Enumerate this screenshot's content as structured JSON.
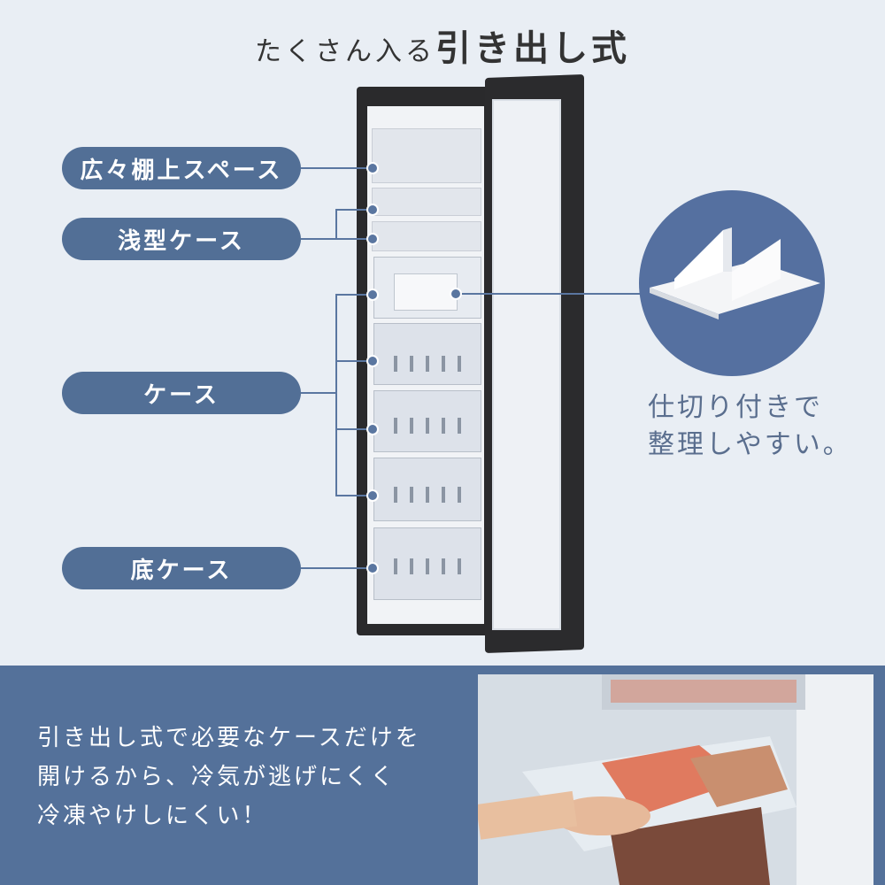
{
  "title": {
    "prefix": "たくさん入る",
    "emphasis": "引き出し式"
  },
  "labels": {
    "top_shelf": "広々棚上スペース",
    "shallow_case": "浅型ケース",
    "case": "ケース",
    "bottom_case": "底ケース"
  },
  "divider_note": {
    "line1": "仕切り付きで",
    "line2": "整理しやすい。"
  },
  "bottom_text": {
    "line1": "引き出し式で必要なケースだけを",
    "line2": "開けるから、冷気が逃げにくく",
    "line3": "冷凍やけしにくい！"
  },
  "colors": {
    "accent": "#526f96",
    "background": "#e9eef4",
    "band": "#54719a"
  }
}
